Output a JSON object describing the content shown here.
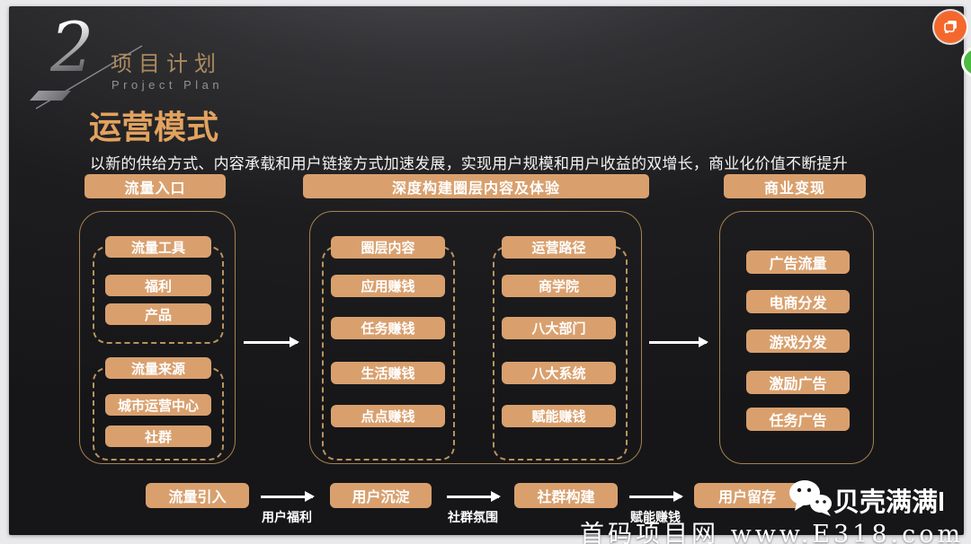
{
  "slide": {
    "chapter": {
      "number": "2",
      "title": "项目计划",
      "subtitle": "Project Plan"
    },
    "heading": "运营模式",
    "description": "以新的供给方式、内容承载和用户链接方式加速发展，实现用户规模和用户收益的双增长，商业化价值不断提升",
    "headers": {
      "left": "流量入口",
      "middle": "深度构建圈层内容及体验",
      "right": "商业变现"
    },
    "left_column": {
      "items": [
        "流量工具",
        "福利",
        "产品",
        "流量来源",
        "城市运营中心",
        "社群"
      ]
    },
    "middle_column": {
      "col1": [
        "圈层内容",
        "应用赚钱",
        "任务赚钱",
        "生活赚钱",
        "点点赚钱"
      ],
      "col2": [
        "运营路径",
        "商学院",
        "八大部门",
        "八大系统",
        "赋能赚钱"
      ]
    },
    "right_column": {
      "items": [
        "广告流量",
        "电商分发",
        "游戏分发",
        "激励广告",
        "任务广告"
      ]
    },
    "bottom_flow": {
      "stages": [
        "流量引入",
        "用户沉淀",
        "社群构建",
        "用户留存"
      ],
      "arrow_labels": [
        "用户福利",
        "社群氛围",
        "赋能赚钱"
      ]
    },
    "watermark": {
      "wechat_name": "贝壳满满l",
      "site": "首码项目网 www.E318.com"
    }
  },
  "icons": {
    "top_right": "slides-badge-icon",
    "bottom_right": "wechat-icon"
  },
  "colors": {
    "node_fill": "#D9A06E",
    "heading": "#E2A25F",
    "panel_outline": "#A6824E",
    "badge": "#F4682D",
    "green_button": "#4CBA43",
    "slide_bg": "#1D1D1F"
  }
}
